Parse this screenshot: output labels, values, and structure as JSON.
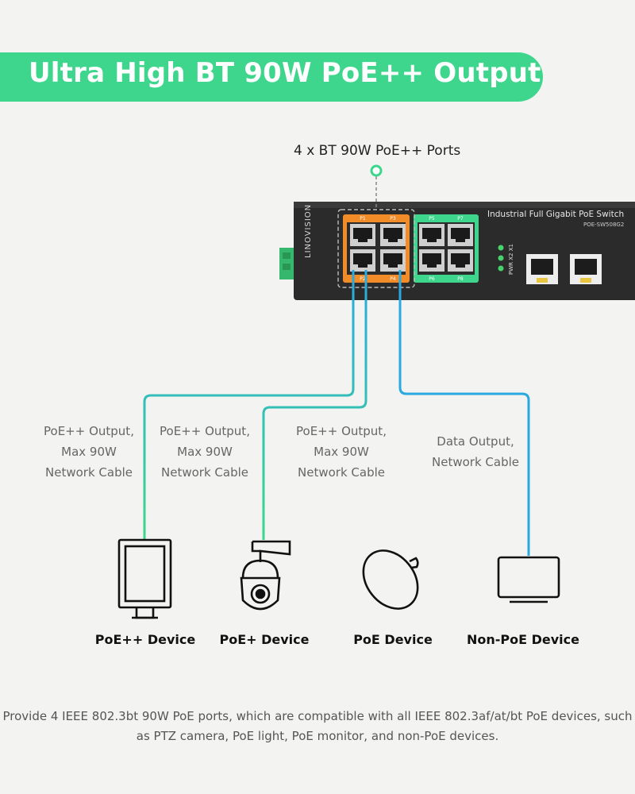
{
  "title": "Ultra High BT 90W PoE++ Output",
  "ports_label": "4 x BT 90W PoE++ Ports",
  "switch": {
    "name": "Industrial Full Gigabit PoE Switch",
    "model": "POE-SW508G2",
    "brand": "LINOVISION",
    "led_labels": "PWR X2 X1",
    "port_labels": [
      "P1",
      "P3",
      "P5",
      "P7",
      "P2",
      "P4",
      "P6",
      "P8"
    ]
  },
  "cables": [
    {
      "label_lines": [
        "PoE++ Output,",
        "Max 90W",
        "Network Cable"
      ]
    },
    {
      "label_lines": [
        "PoE++ Output,",
        "Max 90W",
        "Network Cable"
      ]
    },
    {
      "label_lines": [
        "PoE++ Output,",
        "Max 90W",
        "Network Cable"
      ]
    },
    {
      "label_lines": [
        "Data Output,",
        "Network Cable"
      ]
    }
  ],
  "devices": [
    {
      "label": "PoE++ Device",
      "icon": "monitor-icon"
    },
    {
      "label": "PoE+ Device",
      "icon": "ptz-camera-icon"
    },
    {
      "label": "PoE Device",
      "icon": "poe-light-icon"
    },
    {
      "label": "Non-PoE Device",
      "icon": "display-icon"
    }
  ],
  "footer": "Provide 4 IEEE 802.3bt 90W PoE ports, which are compatible with all IEEE 802.3af/at/bt PoE devices, such as PTZ camera, PoE light, PoE monitor, and non-PoE devices.",
  "colors": {
    "accent_green": "#3ed68c",
    "cable_blue": "#29a9e0",
    "poe_port_orange": "#f28c28",
    "data_port_green": "#3ed68c"
  }
}
